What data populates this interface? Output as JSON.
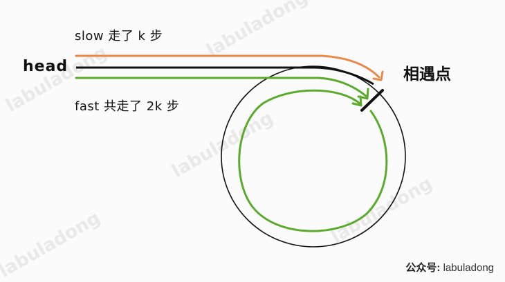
{
  "diagram": {
    "labels": {
      "head": "head",
      "slow": "slow 走了 k 步",
      "fast": "fast 共走了 2k 步",
      "meeting_point": "相遇点"
    },
    "footer": {
      "prefix": "公众号:",
      "account": "labuladong"
    },
    "watermark": "labuladong",
    "colors": {
      "slow_path": "#e8894a",
      "fast_path": "#5aab2c",
      "list": "#111111",
      "background": "#fbfbfb"
    }
  }
}
